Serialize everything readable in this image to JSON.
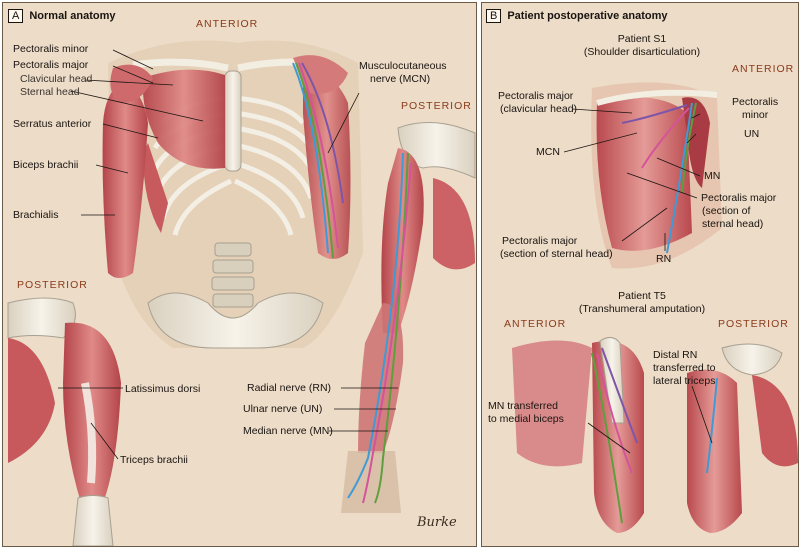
{
  "panel_a": {
    "letter": "A",
    "title": "Normal anatomy",
    "captions": {
      "anterior": "ANTERIOR",
      "posterior_top": "POSTERIOR",
      "posterior_bottom": "POSTERIOR"
    },
    "labels": {
      "pectoralis_minor": "Pectoralis minor",
      "pectoralis_major": "Pectoralis major",
      "clavicular_head": "Clavicular head",
      "sternal_head": "Sternal head",
      "serratus_anterior": "Serratus anterior",
      "biceps_brachii": "Biceps brachii",
      "brachialis": "Brachialis",
      "mcn_line1": "Musculocutaneous",
      "mcn_line2": "nerve (MCN)",
      "latissimus_dorsi": "Latissimus dorsi",
      "triceps_brachii": "Triceps brachii",
      "radial_nerve": "Radial nerve (RN)",
      "ulnar_nerve": "Ulnar nerve (UN)",
      "median_nerve": "Median nerve (MN)"
    },
    "signature": "Burke"
  },
  "panel_b": {
    "letter": "B",
    "title": "Patient postoperative anatomy",
    "s1": {
      "title_line1": "Patient S1",
      "title_line2": "(Shoulder disarticulation)",
      "anterior": "ANTERIOR",
      "labels": {
        "pm_clav_1": "Pectoralis major",
        "pm_clav_2": "(clavicular head)",
        "mcn": "MCN",
        "pmin_1": "Pectoralis",
        "pmin_2": "minor",
        "un": "UN",
        "mn": "MN",
        "pm_sec_r1": "Pectoralis major",
        "pm_sec_r2": "(section of",
        "pm_sec_r3": "sternal head)",
        "pm_sec_l1": "Pectoralis major",
        "pm_sec_l2": "(section of sternal head)",
        "rn": "RN"
      }
    },
    "t5": {
      "title_line1": "Patient T5",
      "title_line2": "(Transhumeral amputation)",
      "anterior": "ANTERIOR",
      "posterior": "POSTERIOR",
      "labels": {
        "mn_1": "MN transferred",
        "mn_2": "to medial biceps",
        "rn_1": "Distal RN",
        "rn_2": "transferred to",
        "rn_3": "lateral triceps"
      }
    }
  },
  "colors": {
    "background": "#ecdcc8",
    "muscle": "#c9595e",
    "muscle_light": "#e7a3a0",
    "bone": "#ece6da",
    "radial_nerve": "#3f9ad6",
    "ulnar_nerve": "#5e9e3e",
    "median_nerve": "#d4539a",
    "mcn": "#7e55a8",
    "caption": "#8a3a1a"
  }
}
